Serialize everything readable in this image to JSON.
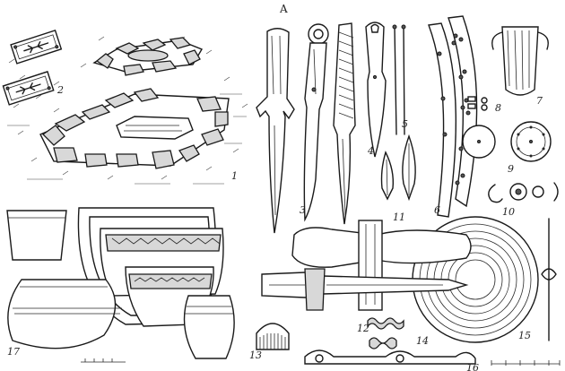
{
  "plate": {
    "section_letter": "A",
    "numbers": {
      "n1": "1",
      "n2": "2",
      "n3": "3",
      "n4": "4",
      "n5": "5",
      "n6": "6",
      "n7": "7",
      "n8": "8",
      "n9": "9",
      "n10": "10",
      "n11": "11",
      "n12": "12",
      "n13": "13",
      "n14": "14",
      "n15": "15",
      "n16": "16",
      "n17": "17"
    }
  }
}
